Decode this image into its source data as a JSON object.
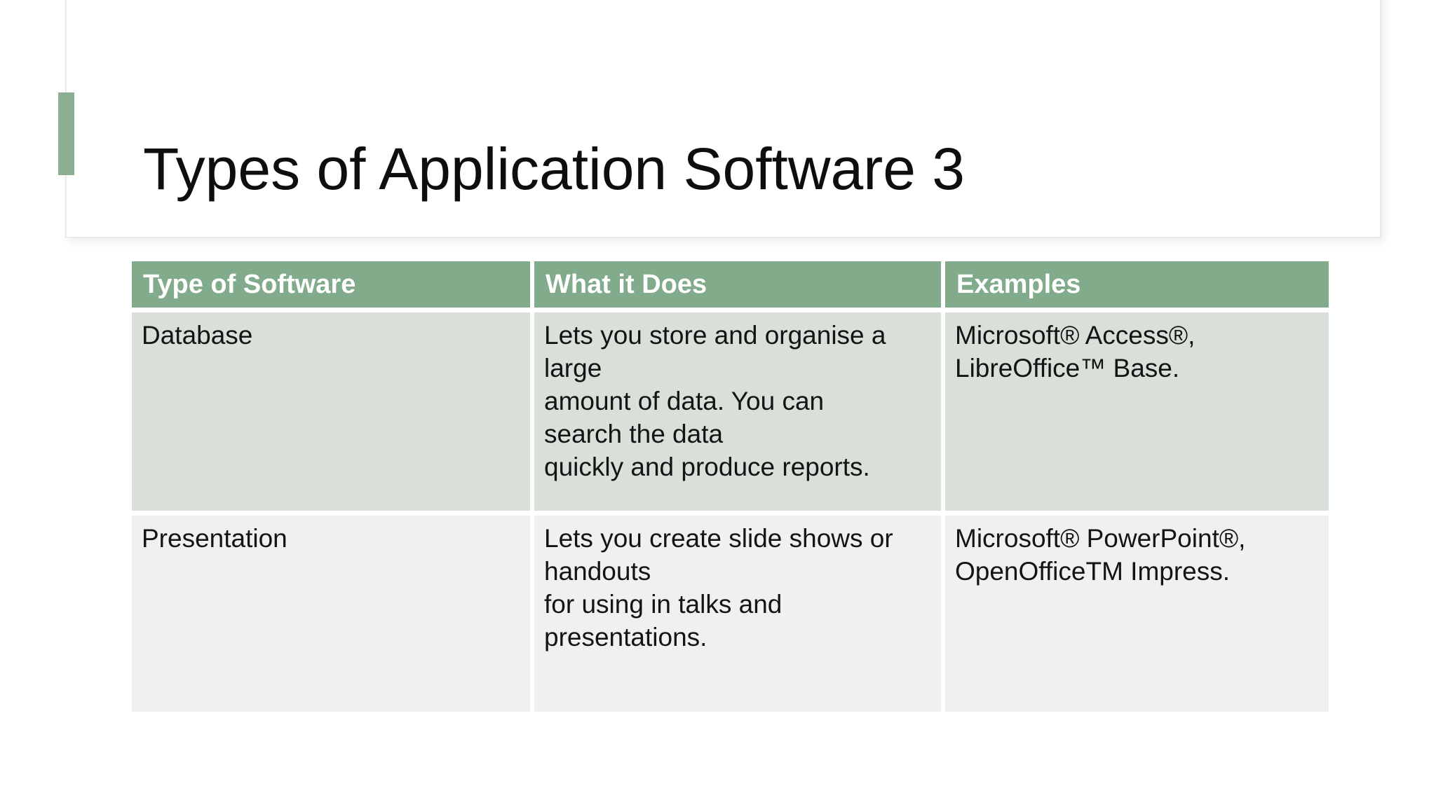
{
  "slide": {
    "title": "Types of Application Software 3",
    "colors": {
      "accent_bar": "#8bae92",
      "table_header_bg": "#82ab8c",
      "table_header_text": "#ffffff",
      "row1_bg": "#d9dfd9",
      "row2_bg": "#eff1ef",
      "body_text": "#141414"
    },
    "table": {
      "headers": {
        "type": "Type of Software",
        "what": "What it Does",
        "examples": "Examples"
      },
      "rows": [
        {
          "type": "Database",
          "what": "Lets you store and organise a large\namount of data. You can search the data\nquickly and produce reports.",
          "examples": "Microsoft® Access®,\nLibreOffice™ Base."
        },
        {
          "type": "Presentation",
          "what": "Lets you create slide shows or handouts\nfor using in talks and presentations.",
          "examples": "Microsoft® PowerPoint®,\nOpenOfficeTM Impress."
        }
      ]
    }
  }
}
